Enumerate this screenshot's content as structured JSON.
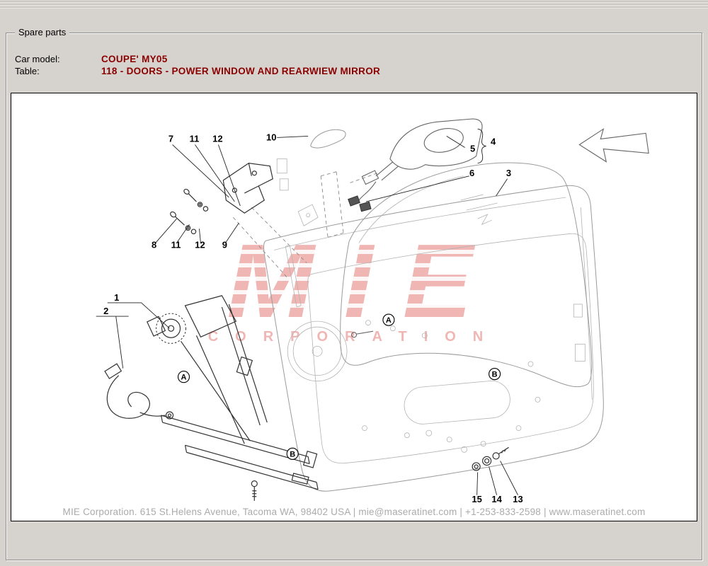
{
  "window": {
    "group_label": "Spare parts"
  },
  "header": {
    "car_model_label": "Car model:",
    "car_model_value": "COUPE' MY05",
    "table_label": "Table:",
    "table_value": "118 - DOORS - POWER WINDOW AND REARWIEW MIRROR"
  },
  "watermark": {
    "title": "MIE",
    "subtitle": "CORPORATION"
  },
  "footer": {
    "text": "MIE Corporation. 615 St.Helens Avenue, Tacoma WA, 98402 USA | mie@maseratinet.com | +1-253-833-2598 | www.maseratinet.com"
  },
  "colors": {
    "value_text": "#8b0000",
    "watermark": "#dc504a",
    "footer_text": "#ababab"
  },
  "diagram": {
    "callouts": [
      {
        "label": "7"
      },
      {
        "label": "11"
      },
      {
        "label": "12"
      },
      {
        "label": "10"
      },
      {
        "label": "5"
      },
      {
        "label": "4"
      },
      {
        "label": "6"
      },
      {
        "label": "3"
      },
      {
        "label": "8"
      },
      {
        "label": "11"
      },
      {
        "label": "12"
      },
      {
        "label": "9"
      },
      {
        "label": "1"
      },
      {
        "label": "2"
      },
      {
        "label": "15"
      },
      {
        "label": "14"
      },
      {
        "label": "13"
      },
      {
        "label": "A"
      },
      {
        "label": "B"
      },
      {
        "label": "A"
      },
      {
        "label": "B"
      }
    ]
  }
}
